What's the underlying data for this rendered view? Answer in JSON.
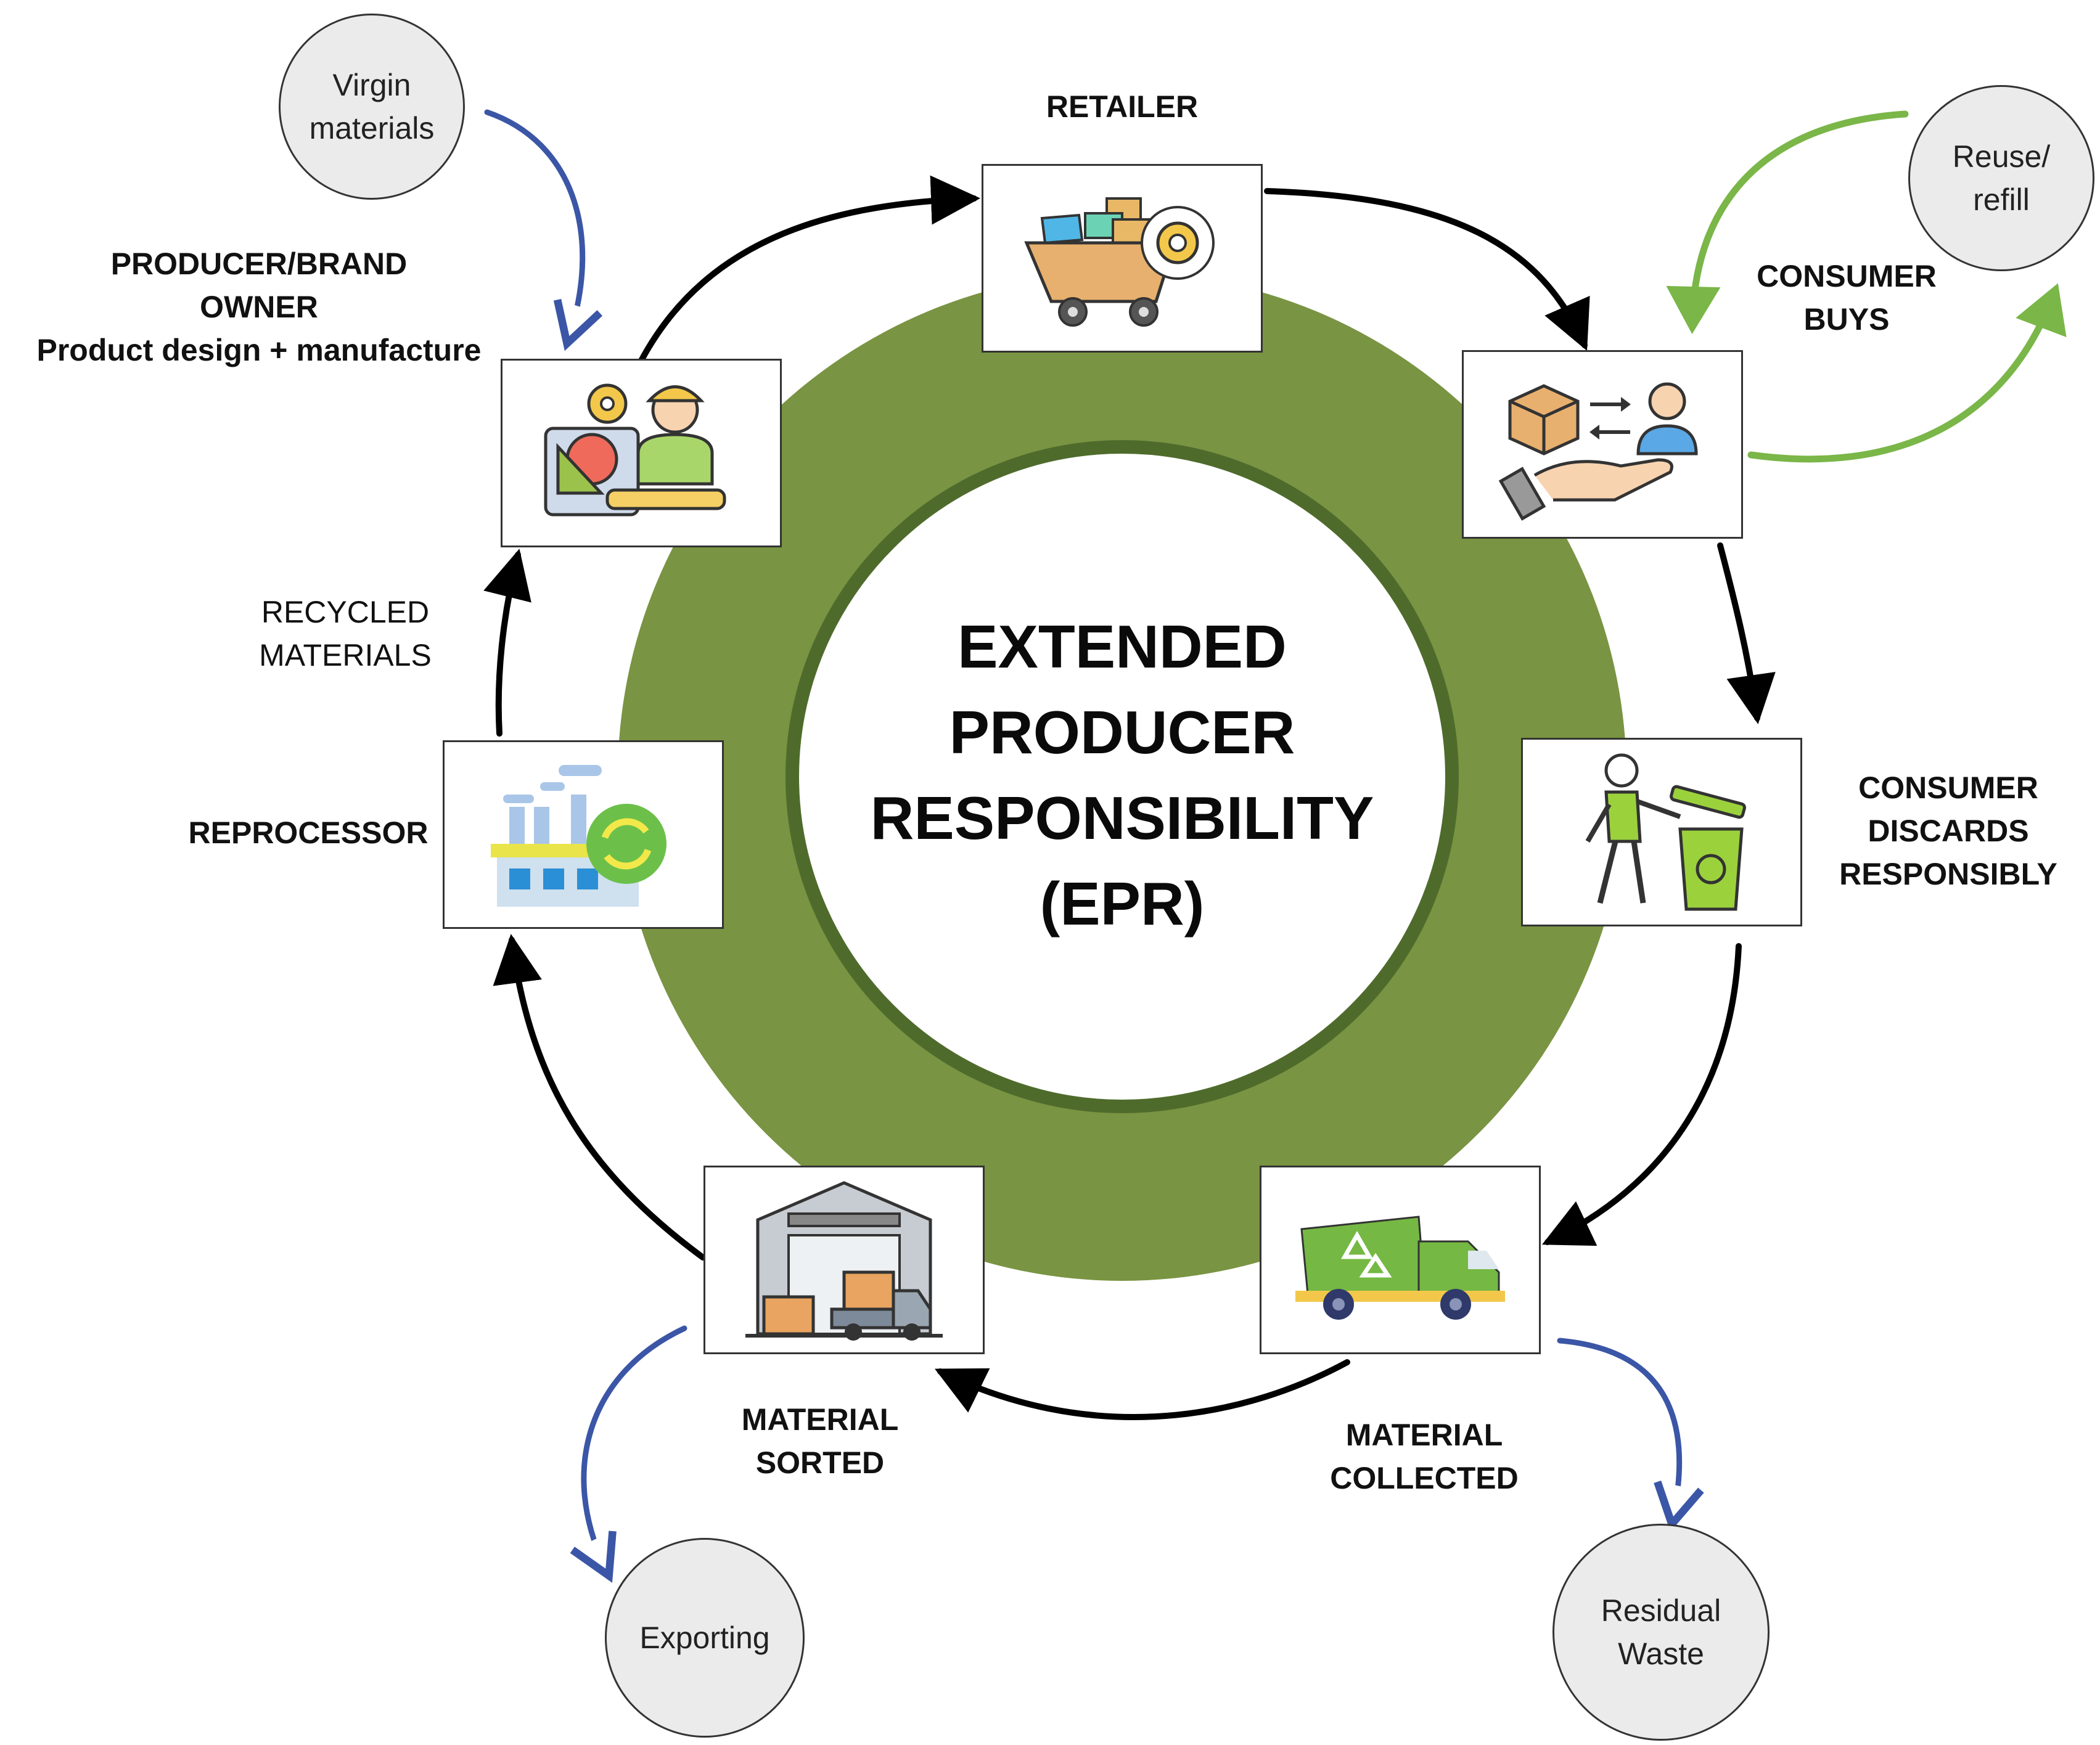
{
  "center": {
    "lines": [
      "EXTENDED",
      "PRODUCER",
      "RESPONSIBILITY",
      "(EPR)"
    ]
  },
  "stages": {
    "retailer": "RETAILER",
    "producer": [
      "PRODUCER/BRAND",
      "OWNER",
      "Product design + manufacture"
    ],
    "consumer_buys": [
      "CONSUMER",
      "BUYS"
    ],
    "consumer_discards": [
      "CONSUMER",
      "DISCARDS",
      "RESPONSIBLY"
    ],
    "material_collected": [
      "MATERIAL",
      "COLLECTED"
    ],
    "material_sorted": [
      "MATERIAL",
      "SORTED"
    ],
    "reprocessor": "REPROCESSOR",
    "recycled_materials": [
      "RECYCLED",
      "MATERIALS"
    ]
  },
  "side_nodes": {
    "virgin": [
      "Virgin",
      "materials"
    ],
    "reuse": [
      "Reuse/",
      "refill"
    ],
    "exporting": [
      "Exporting"
    ],
    "residual": [
      "Residual",
      "Waste"
    ]
  },
  "colors": {
    "ring": "#799442",
    "ring_inner_border": "#4f6b2c",
    "blue_arrow": "#3b56a6",
    "green_arrow": "#7ab648",
    "black_arrow": "#000000"
  },
  "icons": {
    "retailer": "shopping-cart-icon",
    "producer": "engineer-design-icon",
    "consumer_buys": "purchase-exchange-icon",
    "consumer_discards": "person-recycling-bin-icon",
    "material_collected": "recycling-truck-icon",
    "material_sorted": "warehouse-icon",
    "reprocessor": "recycling-factory-icon"
  }
}
